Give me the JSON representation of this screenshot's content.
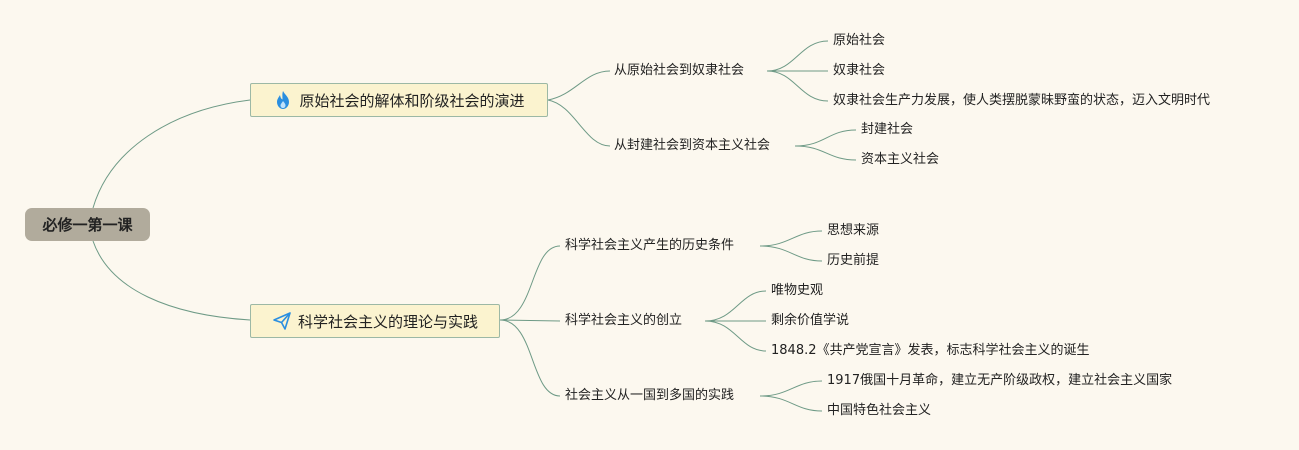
{
  "root": {
    "label": "必修一第一课"
  },
  "branches": [
    {
      "label": "原始社会的解体和阶级社会的演进",
      "icon": "fire-icon",
      "children": [
        {
          "label": "从原始社会到奴隶社会",
          "children": [
            "原始社会",
            "奴隶社会",
            "奴隶社会生产力发展，使人类摆脱蒙昧野蛮的状态，迈入文明时代"
          ]
        },
        {
          "label": "从封建社会到资本主义社会",
          "children": [
            "封建社会",
            "资本主义社会"
          ]
        }
      ]
    },
    {
      "label": "科学社会主义的理论与实践",
      "icon": "paper-plane-icon",
      "children": [
        {
          "label": "科学社会主义产生的历史条件",
          "children": [
            "思想来源",
            "历史前提"
          ]
        },
        {
          "label": "科学社会主义的创立",
          "children": [
            "唯物史观",
            "剩余价值学说",
            "1848.2《共产党宣言》发表，标志科学社会主义的诞生"
          ]
        },
        {
          "label": "社会主义从一国到多国的实践",
          "children": [
            "1917俄国十月革命，建立无产阶级政权，建立社会主义国家",
            "中国特色社会主义"
          ]
        }
      ]
    }
  ],
  "colors": {
    "background": "#fcf8ef",
    "connector": "#6e9a86",
    "root_fill": "#b1ab9c",
    "topic_fill": "#fbf3cf"
  }
}
